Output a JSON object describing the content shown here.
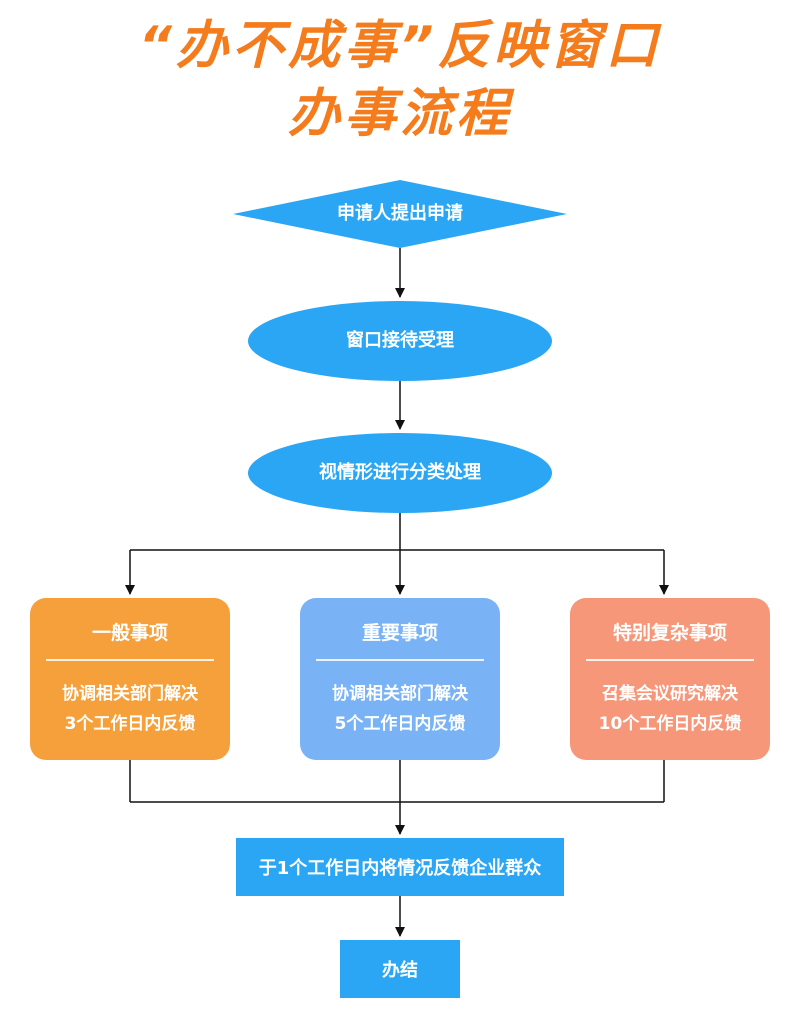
{
  "title": {
    "line1": "“办不成事”反映窗口",
    "line2": "办事流程"
  },
  "nodes": {
    "apply": "申请人提出申请",
    "accept": "窗口接待受理",
    "classify": "视情形进行分类处理",
    "feedback": "于1个工作日内将情况反馈企业群众",
    "done": "办结"
  },
  "cards": [
    {
      "title": "一般事项",
      "line1": "协调相关部门解决",
      "line2": "3个工作日内反馈",
      "color": "#f5a03a"
    },
    {
      "title": "重要事项",
      "line1": "协调相关部门解决",
      "line2": "5个工作日内反馈",
      "color": "#7ab3f5"
    },
    {
      "title": "特别复杂事项",
      "line1": "召集会议研究解决",
      "line2": "10个工作日内反馈",
      "color": "#f7977a"
    }
  ],
  "colors": {
    "title": "#f47c1c",
    "shape": "#2aa6f4",
    "arrow": "#111111"
  }
}
